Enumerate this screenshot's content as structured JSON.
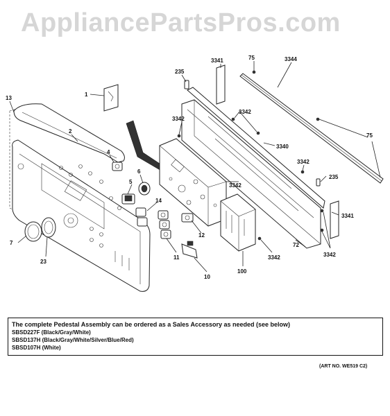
{
  "watermark": "AppliancePartsPros.com",
  "callouts": {
    "c1": "1",
    "c2": "2",
    "c4": "4",
    "c5": "5",
    "c6": "6",
    "c7": "7",
    "c10": "10",
    "c11": "11",
    "c12": "12",
    "c13": "13",
    "c14": "14",
    "c23": "23",
    "c72": "72",
    "c75a": "75",
    "c75b": "75",
    "c100": "100",
    "c235a": "235",
    "c235b": "235",
    "c3340": "3340",
    "c3341a": "3341",
    "c3341b": "3341",
    "c3342a": "3342",
    "c3342b": "3342",
    "c3342c": "3342",
    "c3342d": "3342",
    "c3342e": "3342",
    "c3342f": "3342",
    "c3344": "3344"
  },
  "note": {
    "main": "The complete Pedestal Assembly can be ordered as a Sales Accessory as needed (see below)",
    "models": [
      "SBSD227F (Black/Gray/White)",
      "SBSD137H (Black/Gray/White/Silver/Blue/Red)",
      "SBSD107H (White)"
    ]
  },
  "art_number": "(ART NO. WE519 C2)"
}
